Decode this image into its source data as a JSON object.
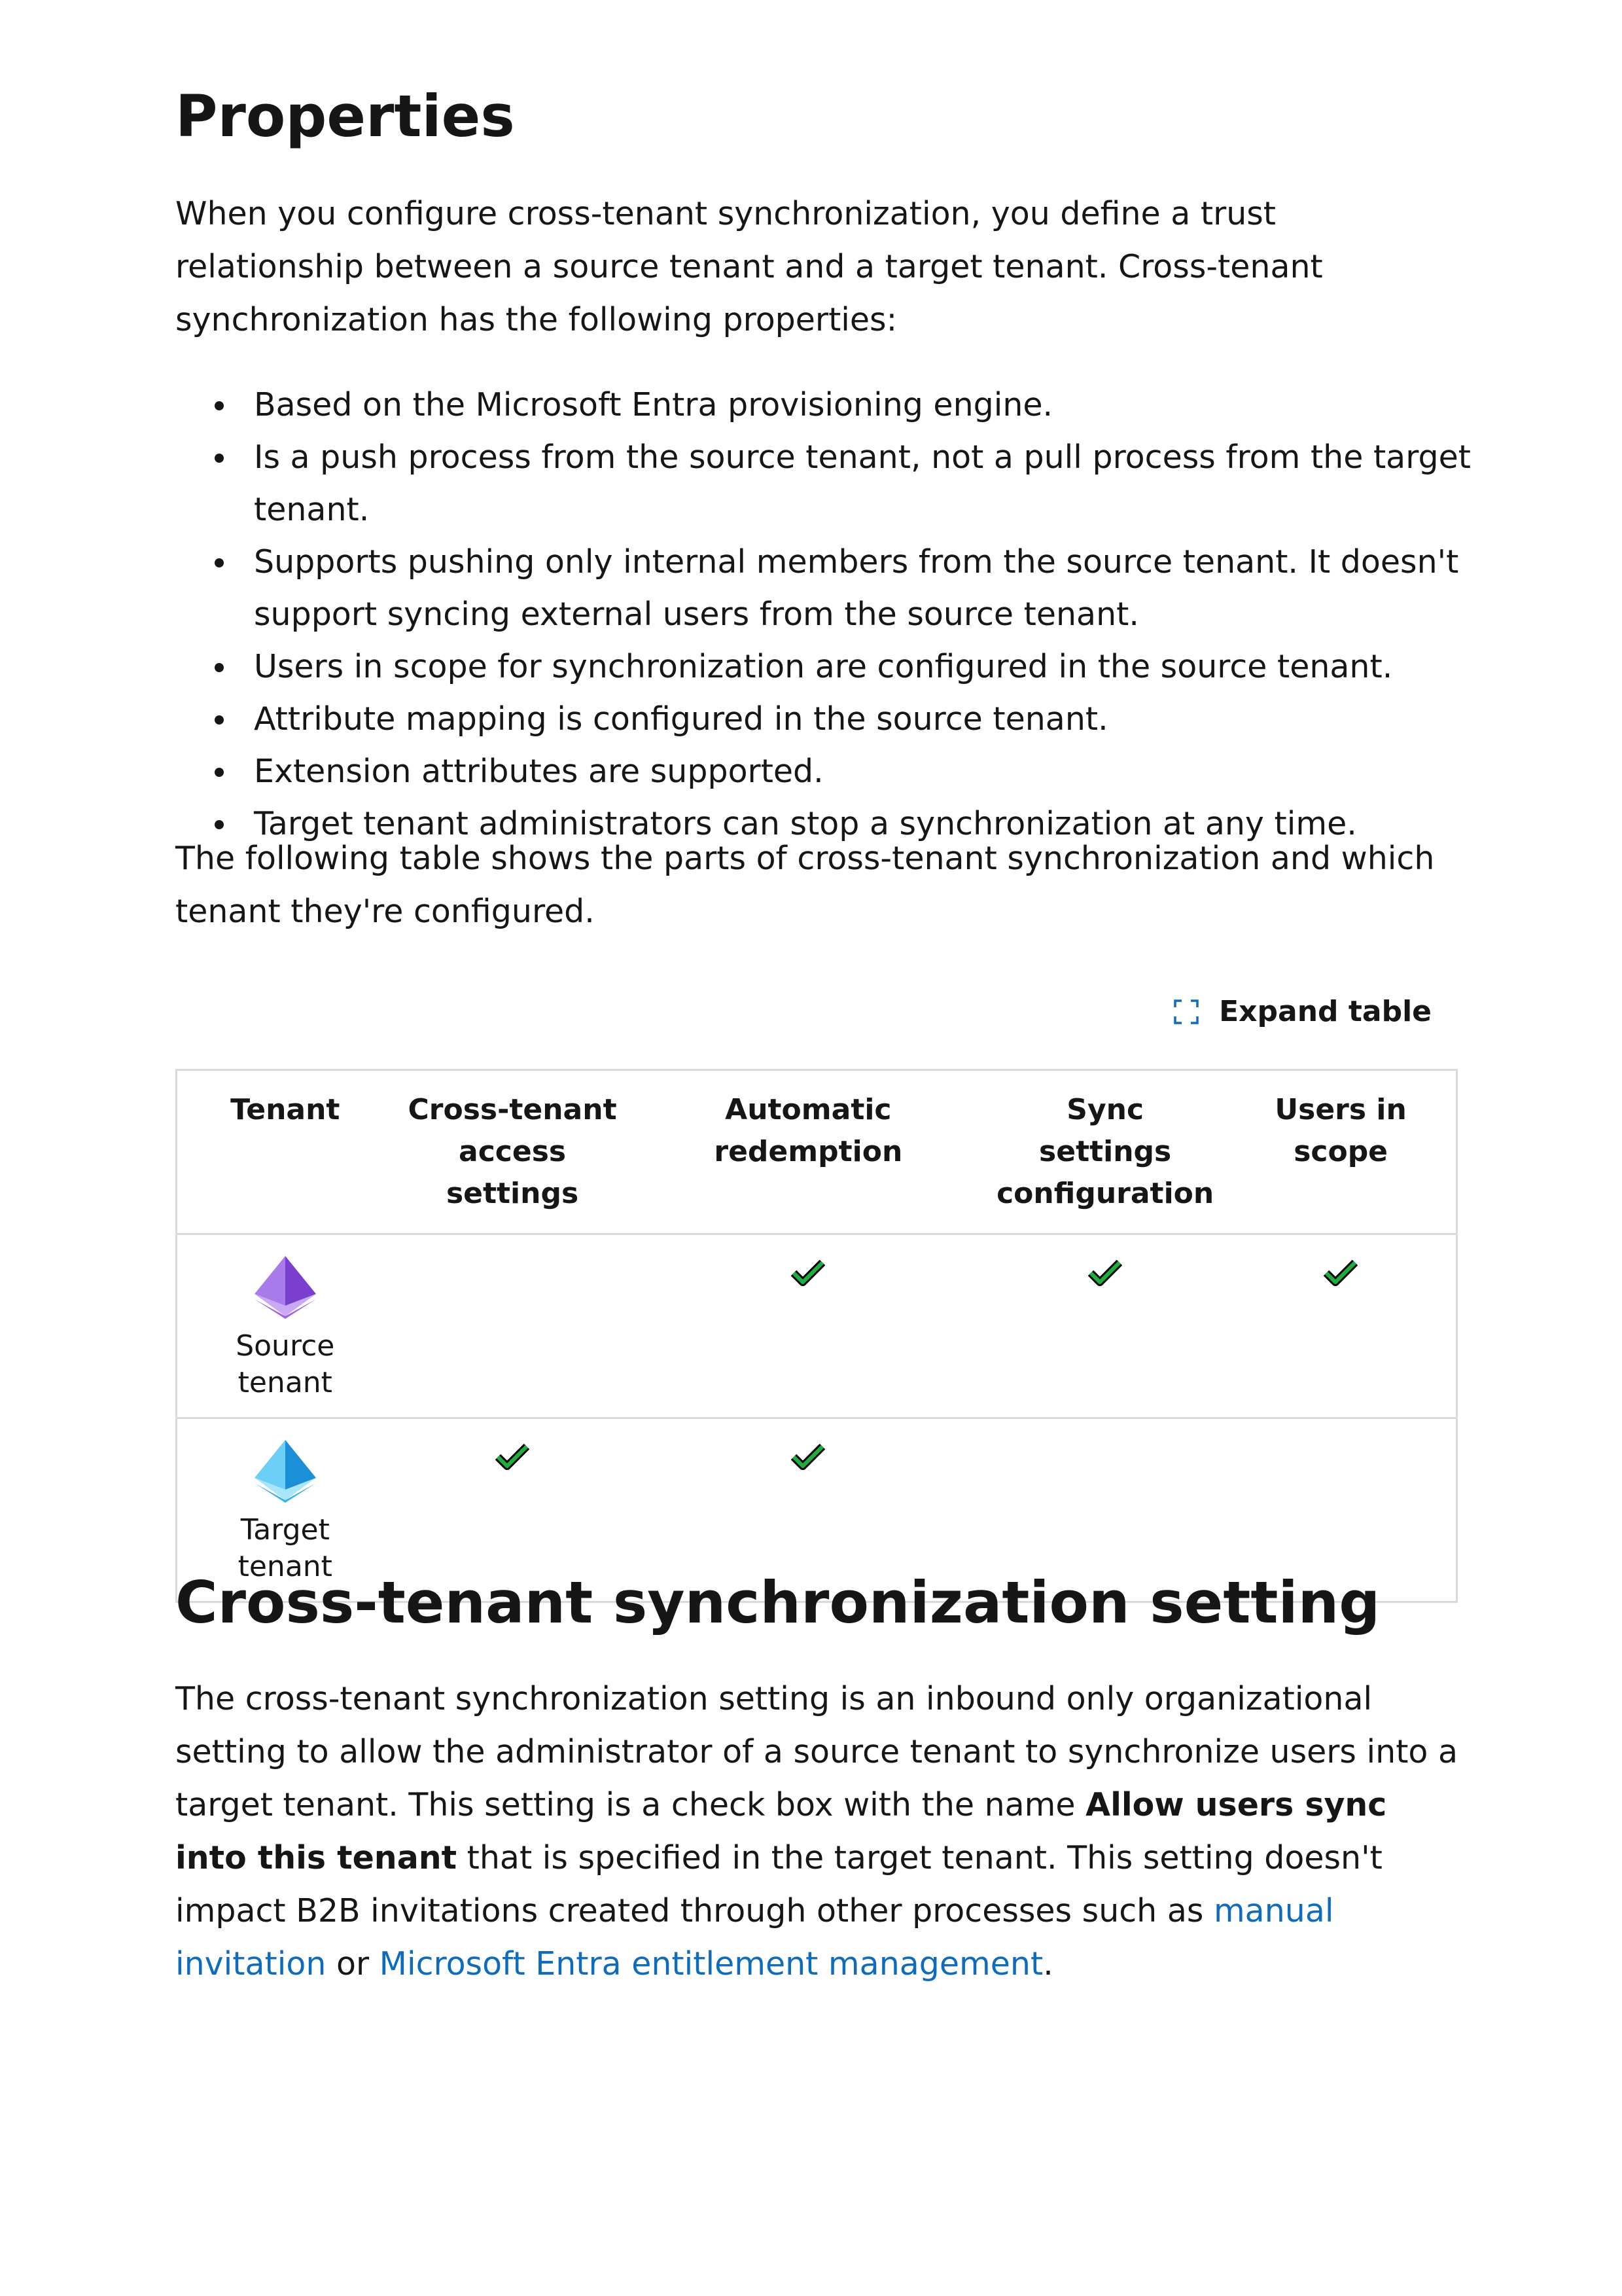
{
  "properties": {
    "heading": "Properties",
    "intro": "When you configure cross-tenant synchronization, you define a trust relationship between a source tenant and a target tenant. Cross-tenant synchronization has the following properties:",
    "bullets": [
      "Based on the Microsoft Entra provisioning engine.",
      "Is a push process from the source tenant, not a pull process from the target tenant.",
      "Supports pushing only internal members from the source tenant. It doesn't support syncing external users from the source tenant.",
      "Users in scope for synchronization are configured in the source tenant.",
      "Attribute mapping is configured in the source tenant.",
      "Extension attributes are supported.",
      "Target tenant administrators can stop a synchronization at any time."
    ],
    "table_intro": "The following table shows the parts of cross-tenant synchronization and which tenant they're configured."
  },
  "table": {
    "expand_label": "Expand table",
    "headers": [
      "Tenant",
      "Cross-tenant access settings",
      "Automatic redemption",
      "Sync settings configuration",
      "Users in scope"
    ],
    "rows": [
      {
        "tenant": "Source tenant",
        "icon": "source-tenant-pyramid-icon",
        "icon_color": "#8a4fd8",
        "checks": [
          false,
          true,
          true,
          true
        ]
      },
      {
        "tenant": "Target tenant",
        "icon": "target-tenant-pyramid-icon",
        "icon_color": "#2aa7e8",
        "checks": [
          true,
          true,
          false,
          false
        ]
      }
    ],
    "check_color": "#1fae3e"
  },
  "cross_sync": {
    "heading": "Cross-tenant synchronization setting",
    "text_1": "The cross-tenant synchronization setting is an inbound only organizational setting to allow the administrator of a source tenant to synchronize users into a target tenant. This setting is a check box with the name ",
    "bold": "Allow users sync into this tenant",
    "text_2": " that is specified in the target tenant. This setting doesn't impact B2B invitations created through other processes such as ",
    "link_1": "manual invitation",
    "text_3": " or ",
    "link_2": "Microsoft Entra entitlement management",
    "text_4": "."
  },
  "colors": {
    "text": "#161616",
    "link": "#0f6cbd",
    "border": "#d9d9d9"
  }
}
